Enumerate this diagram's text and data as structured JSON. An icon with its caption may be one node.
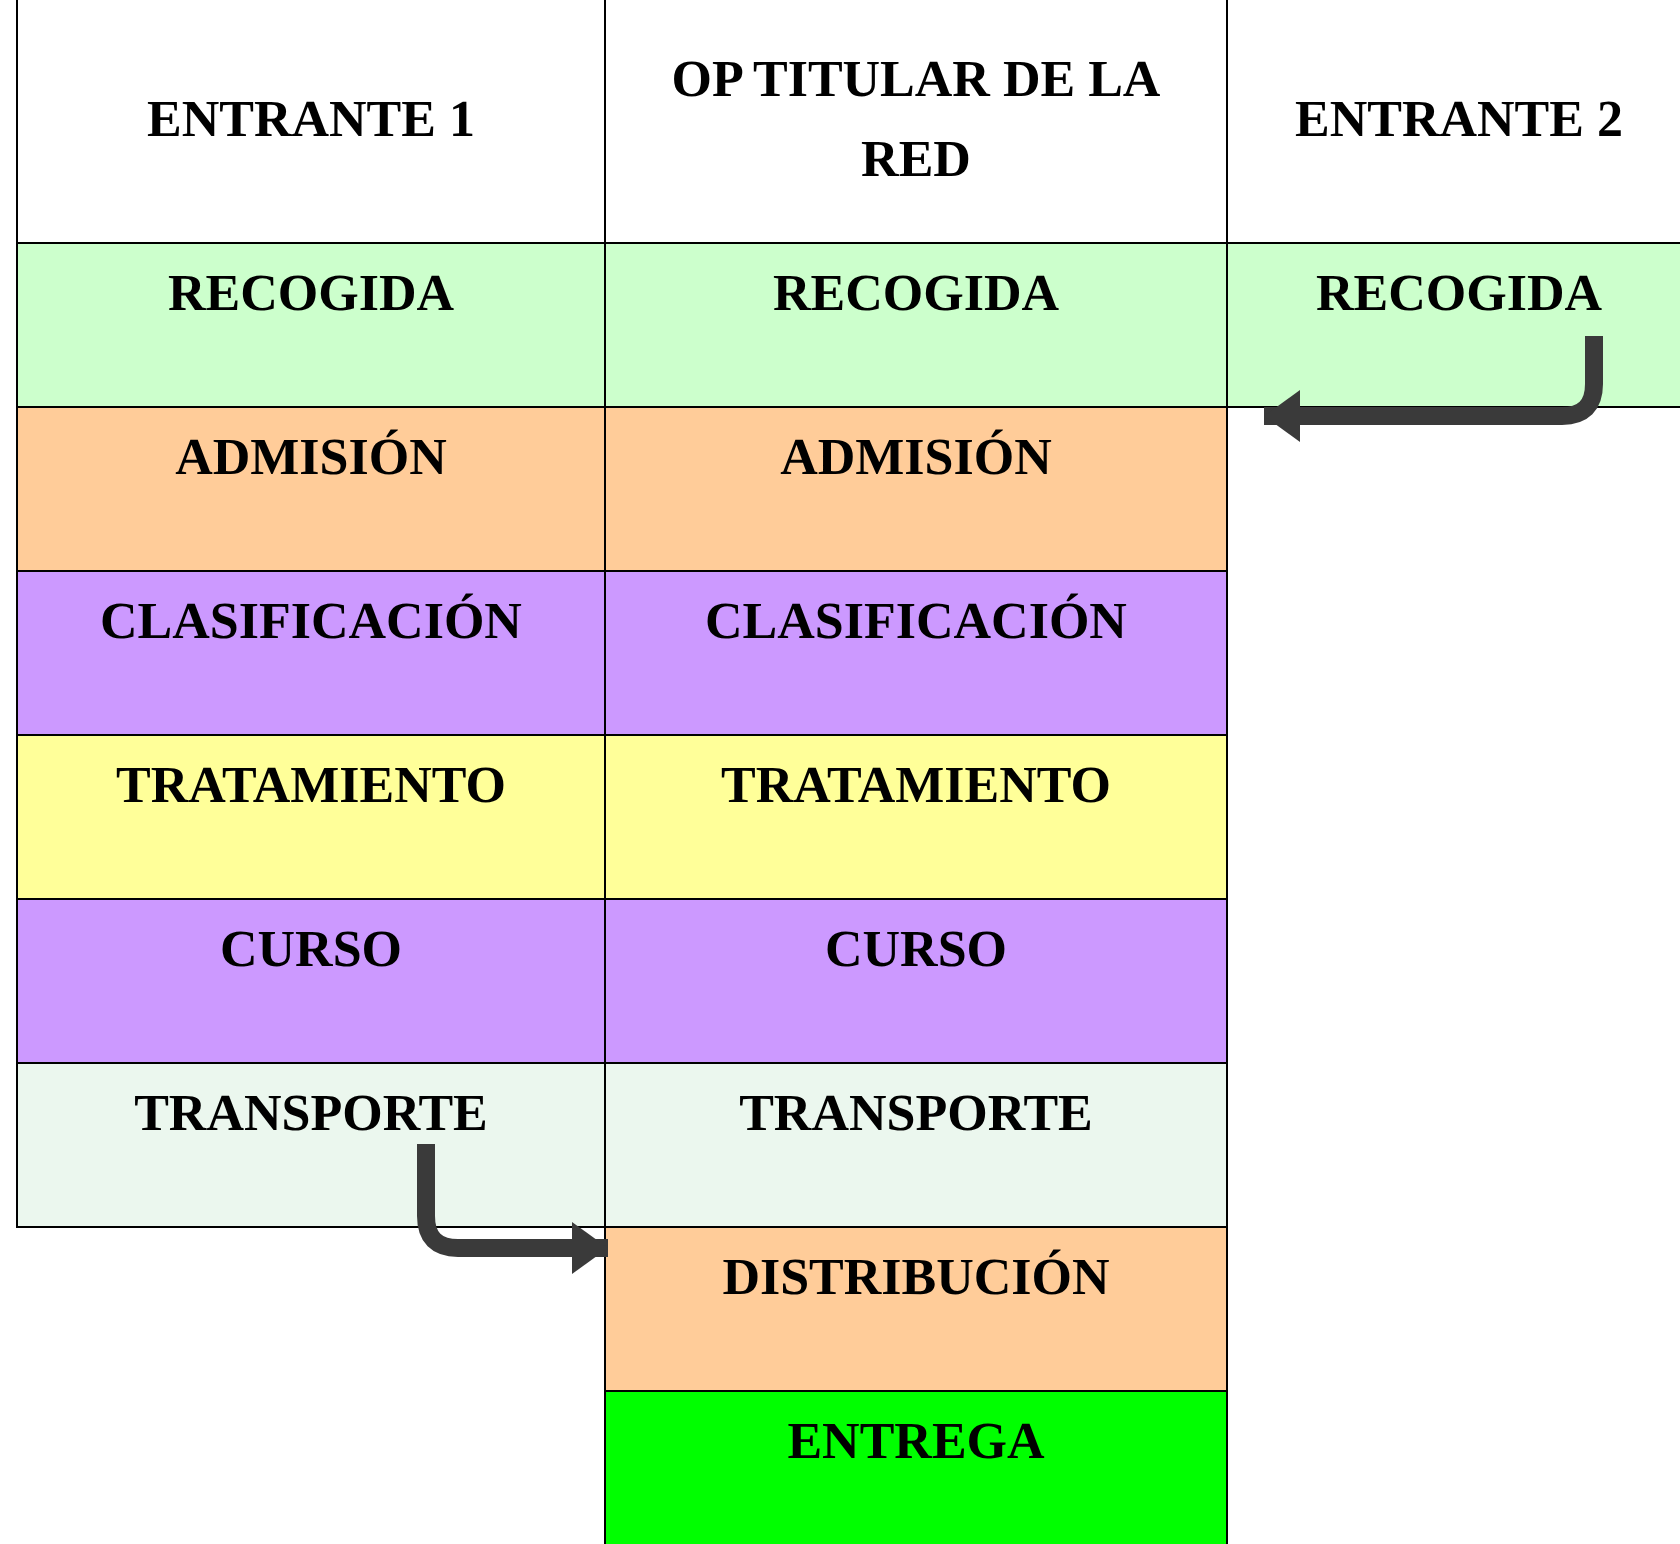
{
  "diagram": {
    "nodes": [
      {
        "text": [
          "ENTRANTE 1"
        ]
      },
      {
        "text": [
          "OP TITULAR DE LA RED"
        ]
      },
      {
        "text": [
          "ENTRANTE 2"
        ]
      },
      {
        "text": [
          "RECOGIDA"
        ]
      },
      {
        "text": [
          "RECOGIDA"
        ]
      },
      {
        "text": [
          "RECOGIDA"
        ]
      },
      {
        "text": [
          "ADMISIÓN"
        ]
      },
      {
        "text": [
          "ADMISIÓN"
        ]
      },
      {
        "text": [
          "CLASIFICACIÓN"
        ]
      },
      {
        "text": [
          "CLASIFICACIÓN"
        ]
      },
      {
        "text": [
          "TRATAMIENTO"
        ]
      },
      {
        "text": [
          "TRATAMIENTO"
        ]
      },
      {
        "text": [
          "CURSO"
        ]
      },
      {
        "text": [
          "CURSO"
        ]
      },
      {
        "text": [
          "TRANSPORTE"
        ]
      },
      {
        "text": [
          "TRANSPORTE"
        ]
      },
      {
        "text": [
          "DISTRIBUCIÓN"
        ]
      },
      {
        "text": [
          "ENTREGA"
        ]
      }
    ],
    "edges": [
      {
        "from": 5,
        "to": 7,
        "arrow": "to"
      },
      {
        "from": 14,
        "to": 16,
        "arrow": "to"
      }
    ]
  }
}
